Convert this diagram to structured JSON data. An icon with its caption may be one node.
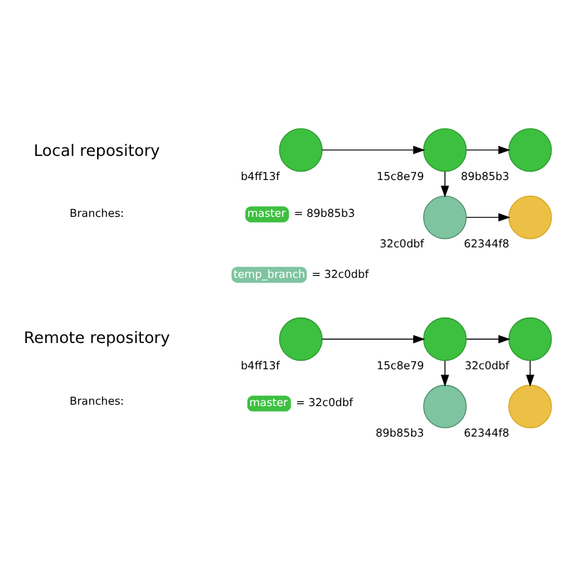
{
  "diagram": {
    "nodes": [
      {
        "text": [
          "b4ff13f"
        ]
      },
      {
        "text": [
          "15c8e79"
        ]
      },
      {
        "text": [
          "89b85b3"
        ]
      },
      {
        "text": [
          "32c0dbf"
        ]
      },
      {
        "text": [
          "62344f8"
        ]
      },
      {
        "text": [
          "master"
        ],
        "beside": [
          "= 89b85b3"
        ]
      },
      {
        "text": [
          "temp_branch"
        ],
        "beside": [
          "= 32c0dbf"
        ]
      },
      {
        "text": [
          "b4ff13f"
        ]
      },
      {
        "text": [
          "15c8e79"
        ]
      },
      {
        "text": [
          "32c0dbf"
        ]
      },
      {
        "text": [
          "89b85b3"
        ]
      },
      {
        "text": [
          "62344f8"
        ]
      },
      {
        "text": [
          "master"
        ],
        "beside": [
          "= 32c0dbf"
        ]
      }
    ],
    "edges": [
      {
        "from": 0,
        "to": 1,
        "arrow": "to"
      },
      {
        "from": 1,
        "to": 2,
        "arrow": "to"
      },
      {
        "from": 1,
        "to": 3,
        "arrow": "to"
      },
      {
        "from": 3,
        "to": 4,
        "arrow": "to"
      },
      {
        "from": 7,
        "to": 8,
        "arrow": "to"
      },
      {
        "from": 8,
        "to": 9,
        "arrow": "to"
      },
      {
        "from": 8,
        "to": 10,
        "arrow": "to"
      },
      {
        "from": 9,
        "to": 11,
        "arrow": "to"
      }
    ],
    "labels": [
      "Local repository",
      "Branches:",
      "Remote repository",
      "Branches:"
    ]
  }
}
